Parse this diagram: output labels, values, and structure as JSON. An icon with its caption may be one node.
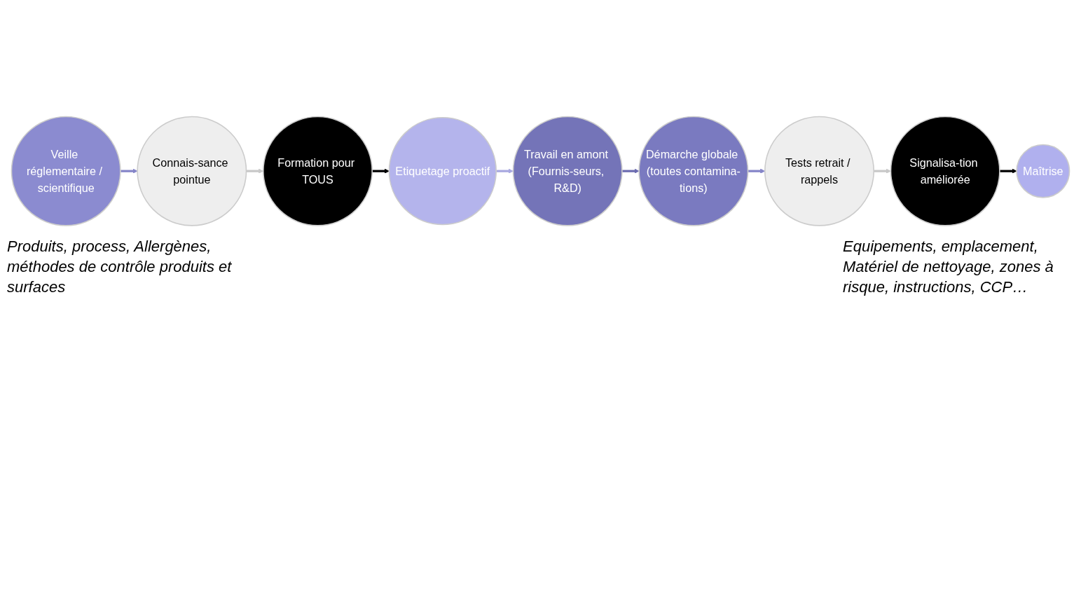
{
  "diagram": {
    "nodes": [
      {
        "text": [
          "Veille réglementaire / scientifique"
        ]
      },
      {
        "text": [
          "Connais-sance pointue"
        ]
      },
      {
        "text": [
          "Formation pour TOUS"
        ]
      },
      {
        "text": [
          "Etiquetage proactif"
        ]
      },
      {
        "text": [
          "Travail en amont (Fournis-seurs, R&D)"
        ]
      },
      {
        "text": [
          "Démarche globale (toutes contamina-tions)"
        ]
      },
      {
        "text": [
          "Tests retrait / rappels"
        ]
      },
      {
        "text": [
          "Signalisa-tion améliorée"
        ]
      },
      {
        "text": [
          "Maîtrise"
        ]
      }
    ],
    "edges": [
      {
        "from": 0,
        "to": 1,
        "arrow": "to",
        "color": "#8585c8"
      },
      {
        "from": 1,
        "to": 2,
        "arrow": "to",
        "color": "#c8c8c8"
      },
      {
        "from": 2,
        "to": 3,
        "arrow": "to",
        "color": "#000000"
      },
      {
        "from": 3,
        "to": 4,
        "arrow": "to",
        "color": "#a8a8e0"
      },
      {
        "from": 4,
        "to": 5,
        "arrow": "to",
        "color": "#6c6cb0"
      },
      {
        "from": 5,
        "to": 6,
        "arrow": "to",
        "color": "#8585c8"
      },
      {
        "from": 6,
        "to": 7,
        "arrow": "to",
        "color": "#c8c8c8"
      },
      {
        "from": 7,
        "to": 8,
        "arrow": "to",
        "color": "#000000"
      }
    ],
    "labels": [
      "Produits, process, Allergènes, méthodes de contrôle produits et surfaces",
      "Equipements, emplacement, Matériel de nettoyage, zones à risque, instructions, CCP…"
    ]
  }
}
